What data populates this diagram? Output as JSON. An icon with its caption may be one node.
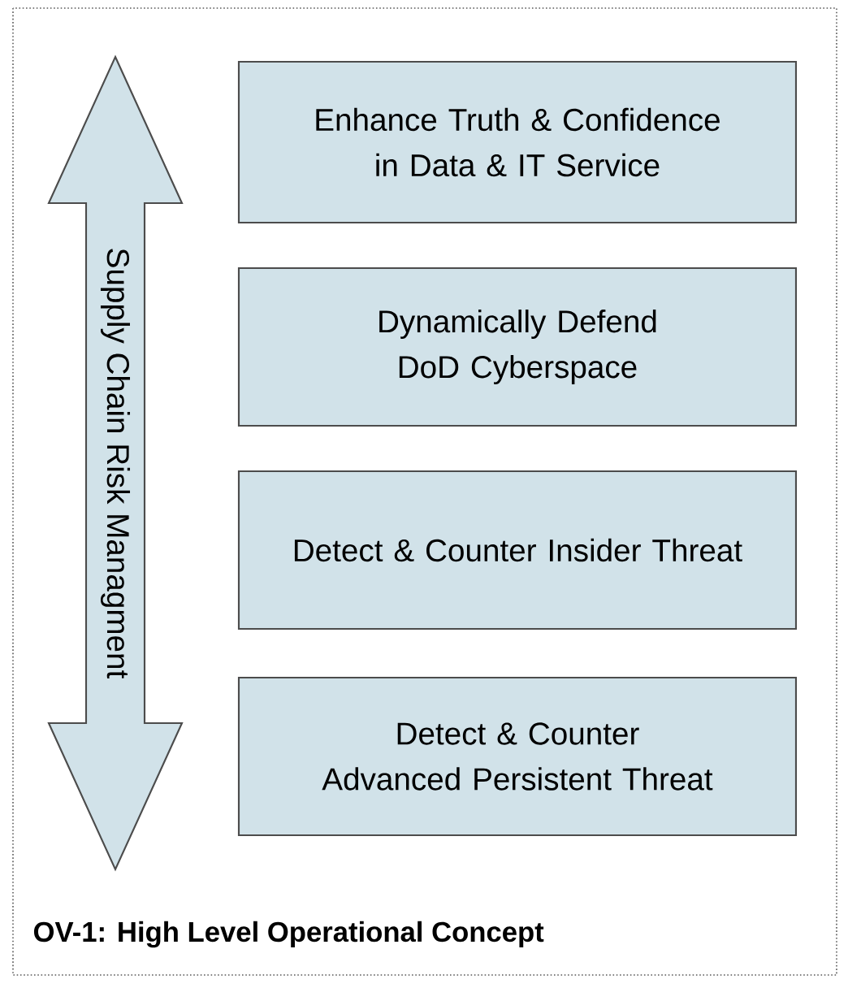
{
  "diagram": {
    "title": "OV-1: High Level Operational Concept",
    "nodes": [
      {
        "text": [
          "Supply Chain Risk Managment"
        ]
      },
      {
        "text": [
          "Enhance Truth & Confidence in Data & IT Service"
        ]
      },
      {
        "text": [
          "Dynamically Defend DoD Cyberspace"
        ]
      },
      {
        "text": [
          "Detect & Counter Insider Threat"
        ]
      },
      {
        "text": [
          "Detect & Counter Advanced Persistent Threat"
        ]
      }
    ]
  }
}
